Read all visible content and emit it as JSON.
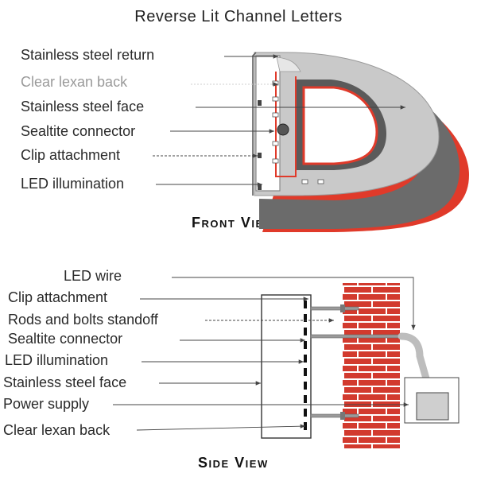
{
  "title": "Reverse Lit Channel Letters",
  "front_view": {
    "caption": "Front View",
    "labels": [
      "Stainless steel return",
      "Clear lexan back",
      "Stainless steel face",
      "Sealtite connector",
      "Clip attachment",
      "LED illumination"
    ]
  },
  "side_view": {
    "caption": "Side View",
    "labels": [
      "LED wire",
      "Clip attachment",
      "Rods and bolts standoff",
      "Sealtite connector",
      "LED illumination",
      "Stainless steel face",
      "Power supply",
      "Clear lexan back"
    ]
  },
  "colors": {
    "text": "#2a2a2a",
    "muted_text": "#9a9a9a",
    "face_gray": "#c9c9c9",
    "return_dark": "#6e6e6e",
    "accent_red": "#e03a2a",
    "brick_red": "#d23a2e"
  }
}
